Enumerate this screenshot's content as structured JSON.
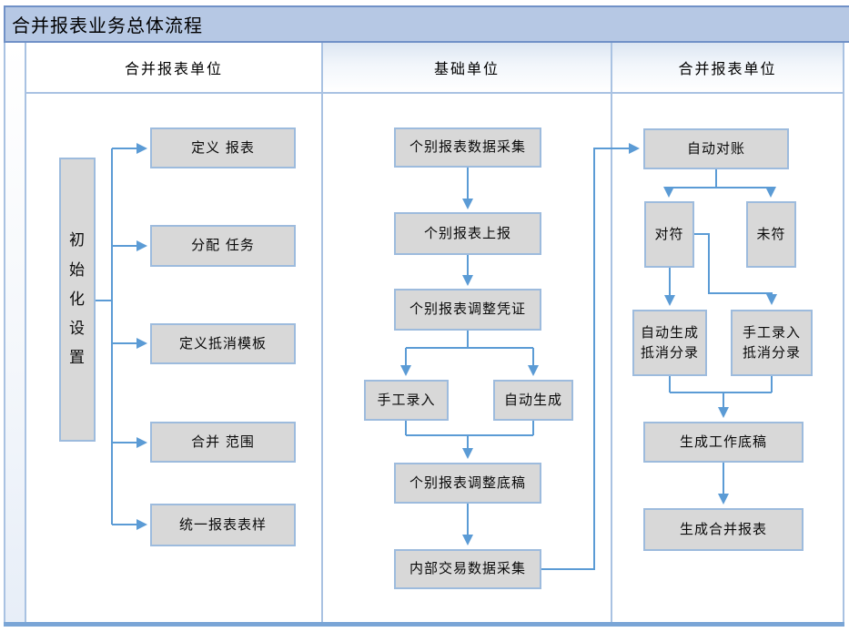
{
  "title": "合并报表业务总体流程",
  "lanes": [
    {
      "header": "合并报表单位"
    },
    {
      "header": "基础单位"
    },
    {
      "header": "合并报表单位"
    }
  ],
  "nodes": {
    "init": "初始化设置",
    "left": [
      "定义 报表",
      "分配 任务",
      "定义抵消模板",
      "合并 范围",
      "统一报表表样"
    ],
    "middle": [
      "个别报表数据采集",
      "个别报表上报",
      "个别报表调整凭证",
      "手工录入",
      "自动生成",
      "个别报表调整底稿",
      "内部交易数据采集"
    ],
    "right": [
      "自动对账",
      "对符",
      "未符",
      "自动生成抵消分录",
      "手工录入抵消分录",
      "生成工作底稿",
      "生成合并报表"
    ]
  },
  "colors": {
    "title_bg": "#b6c8e4",
    "title_border": "#7091c7",
    "lane_border": "#a9c2e2",
    "box_fill": "#d8d8d8",
    "box_border": "#9dbbdd",
    "connector": "#5b9bd5",
    "bottom_band": "#7aa5d6"
  }
}
